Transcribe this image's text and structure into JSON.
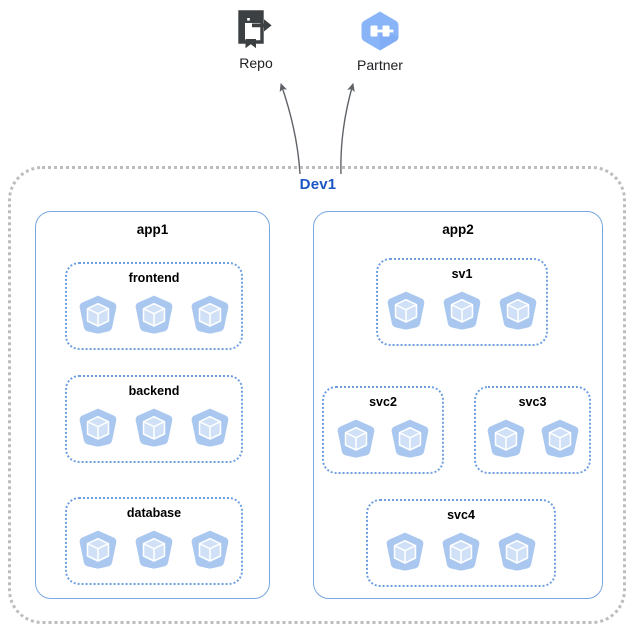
{
  "diagram": {
    "type": "architecture-diagram",
    "title": "Dev1",
    "external_nodes": [
      {
        "id": "repo",
        "label": "Repo",
        "icon": "repository-icon",
        "icon_color": "#3c4043"
      },
      {
        "id": "partner",
        "label": "Partner",
        "icon": "partner-interconnect-hexagon-icon",
        "icon_color": "#8ab4f8"
      }
    ],
    "environment": {
      "label": "Dev1",
      "label_color": "#1a56c4",
      "border_style": "dotted",
      "border_color": "#bdbdbd"
    },
    "apps": [
      {
        "id": "app1",
        "label": "app1",
        "services": [
          {
            "id": "frontend",
            "label": "frontend",
            "pod_count": 3
          },
          {
            "id": "backend",
            "label": "backend",
            "pod_count": 3
          },
          {
            "id": "database",
            "label": "database",
            "pod_count": 3
          }
        ]
      },
      {
        "id": "app2",
        "label": "app2",
        "services": [
          {
            "id": "sv1",
            "label": "sv1",
            "pod_count": 3
          },
          {
            "id": "svc2",
            "label": "svc2",
            "pod_count": 2
          },
          {
            "id": "svc3",
            "label": "svc3",
            "pod_count": 2
          },
          {
            "id": "svc4",
            "label": "svc4",
            "pod_count": 3
          }
        ]
      }
    ],
    "connections": [
      {
        "from": "frontend",
        "to": "backend",
        "style": "straight-arrow",
        "color": "#5f6368"
      },
      {
        "from": "backend",
        "to": "database",
        "style": "straight-arrow",
        "color": "#5f6368"
      },
      {
        "from": "sv1",
        "to": "svc2",
        "style": "elbow-arrow",
        "color": "#5f6368"
      },
      {
        "from": "sv1",
        "to": "svc3",
        "style": "elbow-arrow",
        "color": "#5f6368"
      },
      {
        "from": "svc2",
        "to": "svc4",
        "style": "elbow-arrow",
        "color": "#5f6368"
      },
      {
        "from": "Dev1",
        "to": "repo",
        "style": "curved-arrow",
        "color": "#5f6368"
      },
      {
        "from": "Dev1",
        "to": "partner",
        "style": "curved-arrow",
        "color": "#5f6368"
      }
    ],
    "colors": {
      "pod_fill": "#aac8ef",
      "pod_face_light": "#d6e5f9",
      "app_border": "#7aa7e0",
      "svc_border": "#6f9fe0",
      "env_border": "#bdbdbd",
      "arrow": "#5f6368",
      "env_title": "#1a56c4"
    }
  }
}
